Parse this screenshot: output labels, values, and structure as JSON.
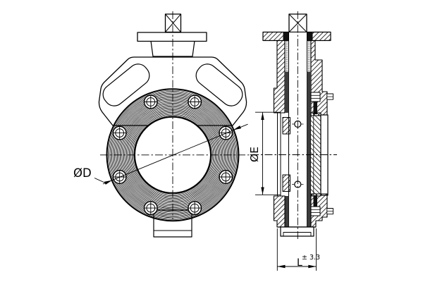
{
  "dimensions": {
    "d_label": "ØD",
    "e_label": "ØE",
    "l_label": "L",
    "l_tolerance": "± 3.3"
  },
  "front_view": {
    "bolt_count": 8
  },
  "colors": {
    "line": "#000000",
    "background": "#ffffff",
    "dark_fill": "#3c3c3c",
    "black_fill": "#111111"
  }
}
